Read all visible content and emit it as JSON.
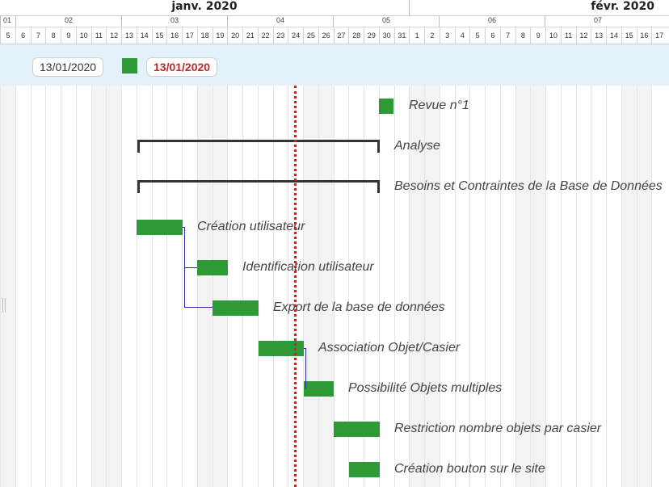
{
  "months": [
    {
      "label": "janv. 2020"
    },
    {
      "label": "févr. 2020"
    }
  ],
  "weeks": [
    "01",
    "02",
    "03",
    "04",
    "05",
    "06",
    "07"
  ],
  "days": [
    "5",
    "6",
    "7",
    "8",
    "9",
    "10",
    "11",
    "12",
    "13",
    "14",
    "15",
    "16",
    "17",
    "18",
    "19",
    "20",
    "21",
    "22",
    "23",
    "24",
    "25",
    "26",
    "27",
    "28",
    "29",
    "30",
    "31",
    "1",
    "2",
    "3",
    "4",
    "5",
    "6",
    "7",
    "8",
    "9",
    "10",
    "11",
    "12",
    "13",
    "14",
    "15",
    "16",
    "17"
  ],
  "filter_bar": {
    "start_date": "13/01/2020",
    "today_date": "13/01/2020"
  },
  "colors": {
    "task": "#2e9a35",
    "today_marker": "#c0262a",
    "dependency": "#2c2ca8",
    "filter_background": "#e3f1fb"
  },
  "tasks": [
    {
      "name": "Revue n°1",
      "type": "milestone"
    },
    {
      "name": "Analyse",
      "type": "summary"
    },
    {
      "name": "Besoins et Contraintes de la Base de Données",
      "type": "summary"
    },
    {
      "name": "Création utilisateur",
      "type": "task"
    },
    {
      "name": "Identification utilisateur",
      "type": "task"
    },
    {
      "name": "Export de la base de données",
      "type": "task"
    },
    {
      "name": "Association Objet/Casier",
      "type": "task"
    },
    {
      "name": "Possibilité Objets multiples",
      "type": "task"
    },
    {
      "name": "Restriction nombre objets par casier",
      "type": "task"
    },
    {
      "name": "Création bouton sur le site",
      "type": "task"
    }
  ]
}
